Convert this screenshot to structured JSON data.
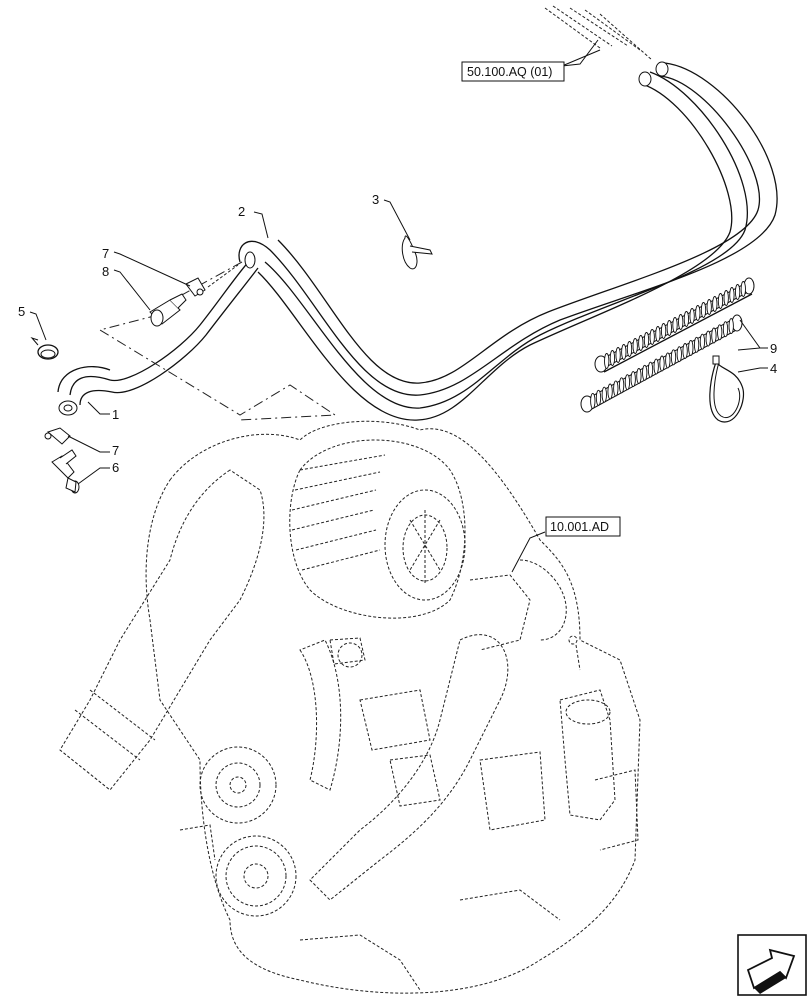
{
  "callouts": {
    "c1": "1",
    "c2": "2",
    "c3": "3",
    "c4": "4",
    "c5": "5",
    "c6": "6",
    "c7a": "7",
    "c7b": "7",
    "c8": "8",
    "c9": "9"
  },
  "refs": {
    "top": "50.100.AQ (01)",
    "engine": "10.001.AD"
  },
  "icons": {
    "nav": "next-page-arrow-icon"
  }
}
